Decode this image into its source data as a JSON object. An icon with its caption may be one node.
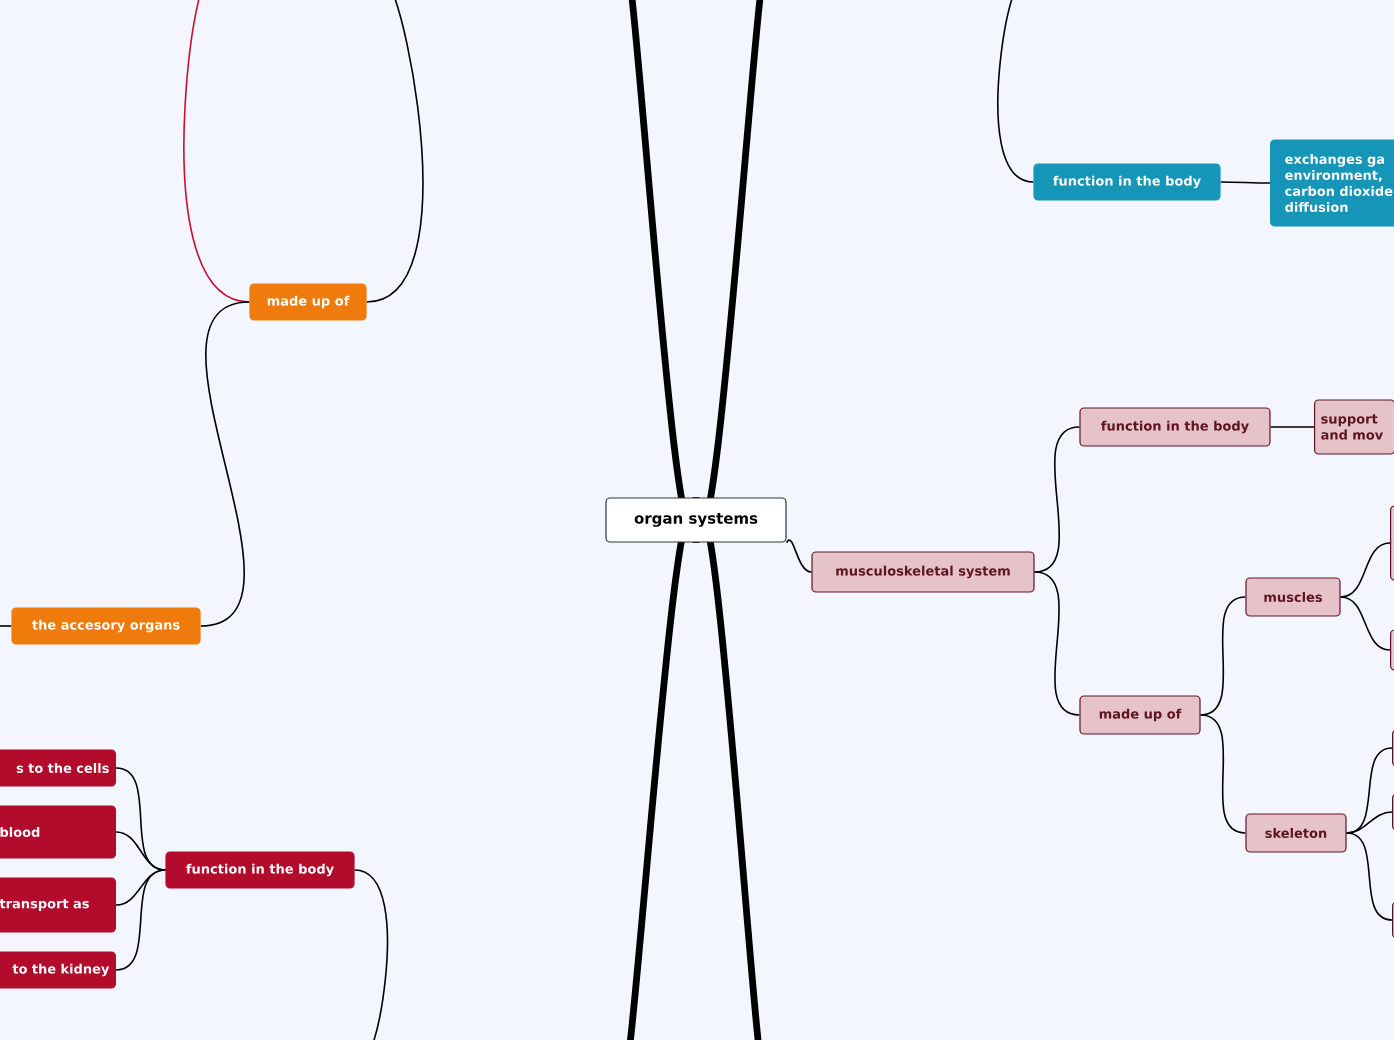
{
  "diagram": {
    "nodes": [
      {
        "text": [
          "organ systems"
        ]
      },
      {
        "text": [
          "musculoskeletal system"
        ]
      },
      {
        "text": [
          "function in the body"
        ]
      },
      {
        "text": [
          "support and mov"
        ]
      },
      {
        "text": [
          "made up of"
        ]
      },
      {
        "text": [
          "muscles"
        ]
      },
      {
        "text": [
          "skeleton"
        ]
      },
      {
        "text": [],
        "shape": "box"
      },
      {
        "text": [],
        "shape": "box"
      },
      {
        "text": [],
        "shape": "box"
      },
      {
        "text": [],
        "shape": "box"
      },
      {
        "text": [],
        "shape": "box"
      },
      {
        "text": [
          "function in the body"
        ]
      },
      {
        "text": [
          "exchanges ga environment, carbon dioxide diffusion"
        ]
      },
      {
        "text": [
          "made up of"
        ]
      },
      {
        "text": [
          "the accesory organs"
        ]
      },
      {
        "text": [
          "function in the body"
        ]
      },
      {
        "text": [
          "s to the cells"
        ]
      },
      {
        "text": [
          "blood"
        ]
      },
      {
        "text": [
          "transport as"
        ]
      },
      {
        "text": [
          "to the kidney"
        ]
      }
    ],
    "edges": [
      {
        "from": 0,
        "to": null,
        "arrow": "none",
        "style": "thick"
      },
      {
        "from": 0,
        "to": null,
        "arrow": "none",
        "style": "thick"
      },
      {
        "from": 0,
        "to": null,
        "arrow": "none",
        "style": "thick"
      },
      {
        "from": 0,
        "to": null,
        "arrow": "none",
        "style": "thick"
      },
      {
        "from": 0,
        "to": 1,
        "arrow": "none"
      },
      {
        "from": 1,
        "to": 2,
        "arrow": "none"
      },
      {
        "from": 2,
        "to": 3,
        "arrow": "none"
      },
      {
        "from": 1,
        "to": 4,
        "arrow": "none"
      },
      {
        "from": 4,
        "to": 5,
        "arrow": "none"
      },
      {
        "from": 4,
        "to": 6,
        "arrow": "none"
      },
      {
        "from": 5,
        "to": 7,
        "arrow": "none"
      },
      {
        "from": 5,
        "to": 8,
        "arrow": "none"
      },
      {
        "from": 6,
        "to": 9,
        "arrow": "none"
      },
      {
        "from": 6,
        "to": 10,
        "arrow": "none"
      },
      {
        "from": 6,
        "to": 11,
        "arrow": "none"
      },
      {
        "from": null,
        "to": 12,
        "arrow": "none"
      },
      {
        "from": 12,
        "to": 13,
        "arrow": "none"
      },
      {
        "from": null,
        "to": 14,
        "arrow": "none"
      },
      {
        "from": 14,
        "to": null,
        "arrow": "none",
        "color": "#c8102e"
      },
      {
        "from": 14,
        "to": 15,
        "arrow": "none"
      },
      {
        "from": 15,
        "to": null,
        "arrow": "none"
      },
      {
        "from": null,
        "to": 16,
        "arrow": "none"
      },
      {
        "from": 16,
        "to": 17,
        "arrow": "none"
      },
      {
        "from": 16,
        "to": 18,
        "arrow": "none"
      },
      {
        "from": 16,
        "to": 19,
        "arrow": "none"
      },
      {
        "from": 16,
        "to": 20,
        "arrow": "none"
      }
    ]
  }
}
